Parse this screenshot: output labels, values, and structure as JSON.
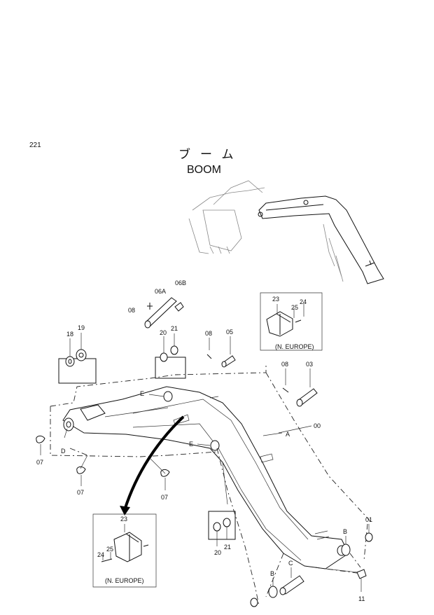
{
  "page_number": "221",
  "title_jp": "ブーム",
  "title_en": "BOOM",
  "region_note": "(N. EUROPE)",
  "labels": {
    "p00": "00",
    "p01": "01",
    "p03": "03",
    "p05": "05",
    "p06A": "06A",
    "p06B": "06B",
    "p07": "07",
    "p08": "08",
    "p11": "11",
    "p18": "18",
    "p19": "19",
    "p20": "20",
    "p21": "21",
    "p23": "23",
    "p24": "24",
    "p25": "25",
    "pA": "A",
    "pB": "B",
    "pC": "C",
    "pD": "D",
    "pE": "E"
  }
}
